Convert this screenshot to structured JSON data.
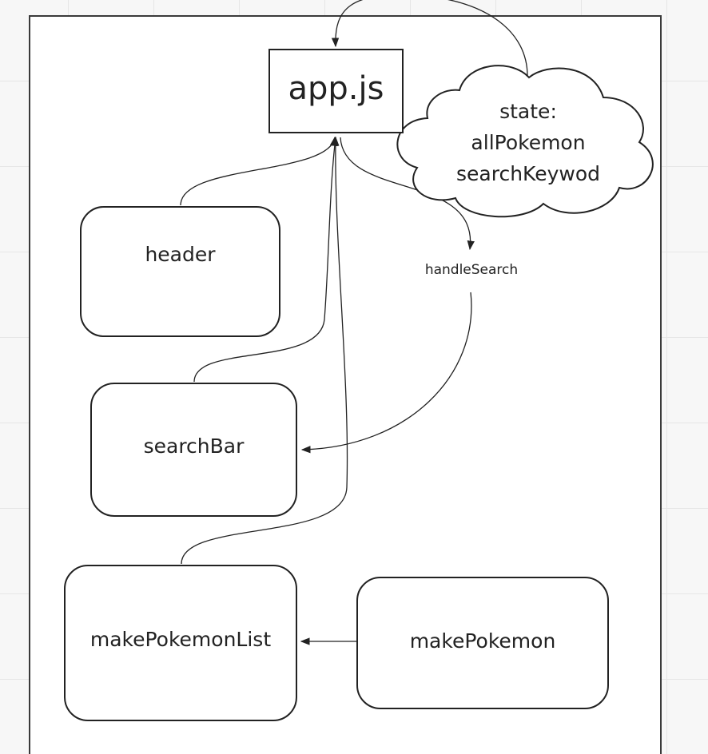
{
  "diagram": {
    "nodes": {
      "app": {
        "label": "app.js"
      },
      "header": {
        "label": "header"
      },
      "search_bar": {
        "label": "searchBar"
      },
      "make_pokemon_list": {
        "label": "makePokemonList"
      },
      "make_pokemon": {
        "label": "makePokemon"
      }
    },
    "state_cloud": {
      "lines": [
        "state:",
        "allPokemon",
        "searchKeywod"
      ]
    },
    "edges": [
      {
        "from": "header",
        "to": "app"
      },
      {
        "from": "search_bar",
        "to": "app"
      },
      {
        "from": "make_pokemon_list",
        "to": "app"
      },
      {
        "from": "state_cloud",
        "to": "app"
      },
      {
        "from": "app",
        "to": "search_bar",
        "label": "handleSearch"
      },
      {
        "from": "make_pokemon",
        "to": "make_pokemon_list"
      }
    ]
  }
}
